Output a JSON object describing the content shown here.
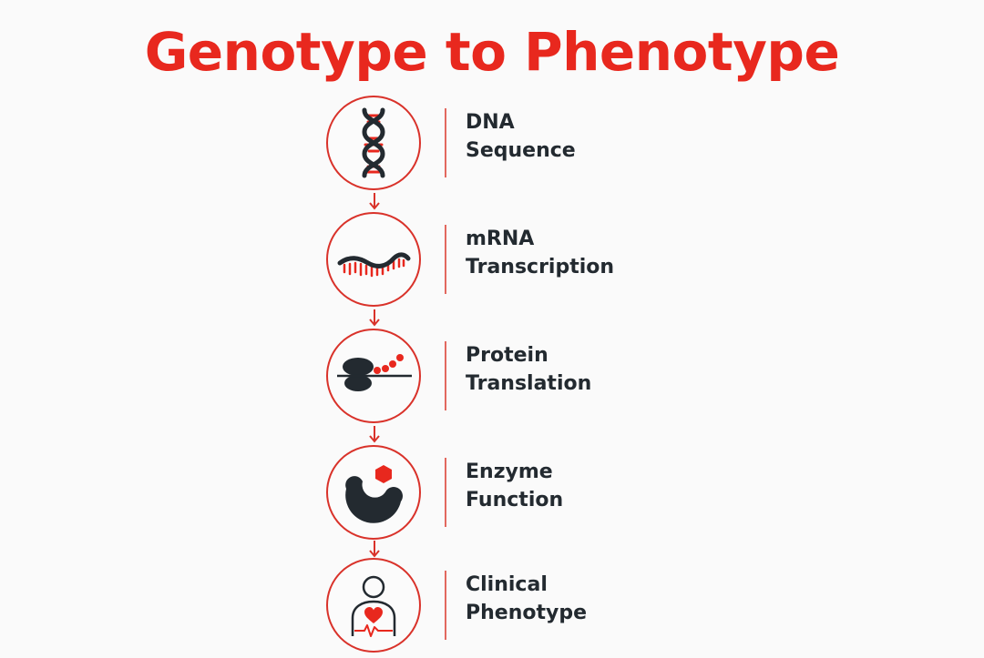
{
  "title": "Genotype to Phenotype",
  "colors": {
    "accent": "#e8281e",
    "dark": "#232a30",
    "background": "#fafafa"
  },
  "steps": [
    {
      "icon": "dna-icon",
      "line1": "DNA",
      "line2": "Sequence"
    },
    {
      "icon": "mrna-icon",
      "line1": "mRNA",
      "line2": "Transcription"
    },
    {
      "icon": "ribosome-icon",
      "line1": "Protein",
      "line2": "Translation"
    },
    {
      "icon": "enzyme-icon",
      "line1": "Enzyme",
      "line2": "Function"
    },
    {
      "icon": "person-heart-icon",
      "line1": "Clinical",
      "line2": "Phenotype"
    }
  ]
}
